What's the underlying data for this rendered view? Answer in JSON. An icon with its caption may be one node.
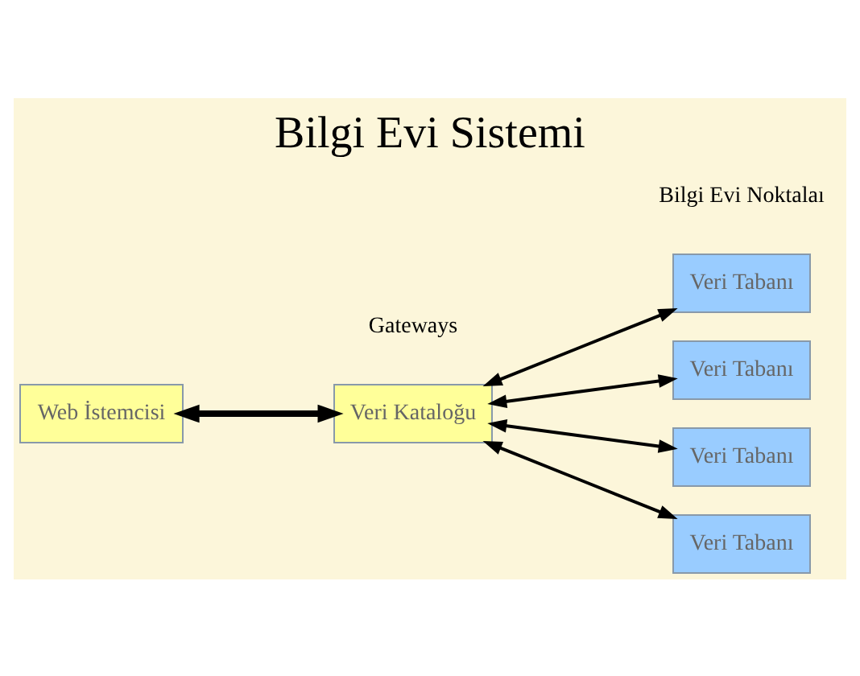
{
  "diagram": {
    "title": "Bilgi Evi Sistemi",
    "nodes": [
      {
        "text": [
          "Web İstemcisi"
        ]
      },
      {
        "text": [
          "Veri Kataloğu"
        ]
      },
      {
        "text": [
          "Veri Tabanı"
        ]
      },
      {
        "text": [
          "Veri Tabanı"
        ]
      },
      {
        "text": [
          "Veri Tabanı"
        ]
      },
      {
        "text": [
          "Veri Tabanı"
        ]
      }
    ],
    "edges": [
      {
        "from": 0,
        "to": 1,
        "arrow": "both",
        "style": "thick"
      },
      {
        "from": 1,
        "to": 2,
        "arrow": "both"
      },
      {
        "from": 1,
        "to": 3,
        "arrow": "both"
      },
      {
        "from": 1,
        "to": 4,
        "arrow": "both"
      },
      {
        "from": 1,
        "to": 5,
        "arrow": "both"
      }
    ],
    "labels": [
      "Bilgi Evi Noktalaı",
      "Gateways"
    ]
  }
}
